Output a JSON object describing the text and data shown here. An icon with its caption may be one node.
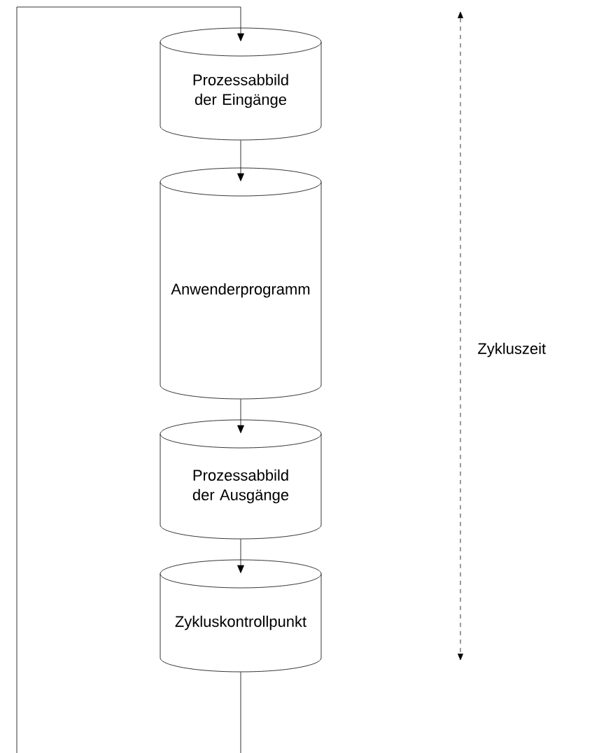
{
  "diagram": {
    "nodes": [
      {
        "text": [
          "Prozessabbild der Eingänge"
        ]
      },
      {
        "text": [
          "Anwenderprogramm"
        ]
      },
      {
        "text": [
          "Prozessabbild der Ausgänge"
        ]
      },
      {
        "text": [
          "Zykluskontrollpunkt"
        ]
      }
    ],
    "edges": [
      {
        "from": 0,
        "to": 1,
        "arrow": "to"
      },
      {
        "from": 1,
        "to": 2,
        "arrow": "to"
      },
      {
        "from": 2,
        "to": 3,
        "arrow": "to"
      },
      {
        "from": 3,
        "to": 0,
        "arrow": "to"
      }
    ],
    "labels": [
      "Zykluszeit"
    ]
  }
}
